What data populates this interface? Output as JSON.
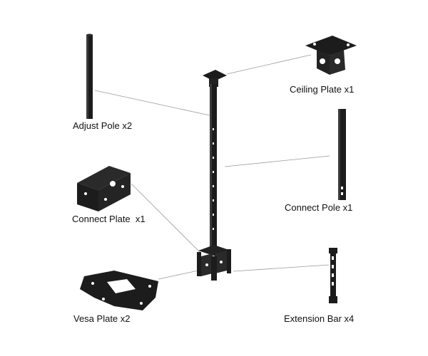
{
  "colors": {
    "metal": "#1c1c1c",
    "metal_light": "#3a3a3a",
    "leader_line": "#9a9a9a",
    "text": "#111111",
    "background": "#ffffff"
  },
  "labels": {
    "adjust_pole": "Adjust Pole x2",
    "ceiling_plate": "Ceiling Plate x1",
    "connect_pole": "Connect Pole x1",
    "connect_plate": "Connect Plate  x1",
    "vesa_plate": "Vesa Plate x2",
    "extension_bar": "Extension Bar x4"
  }
}
